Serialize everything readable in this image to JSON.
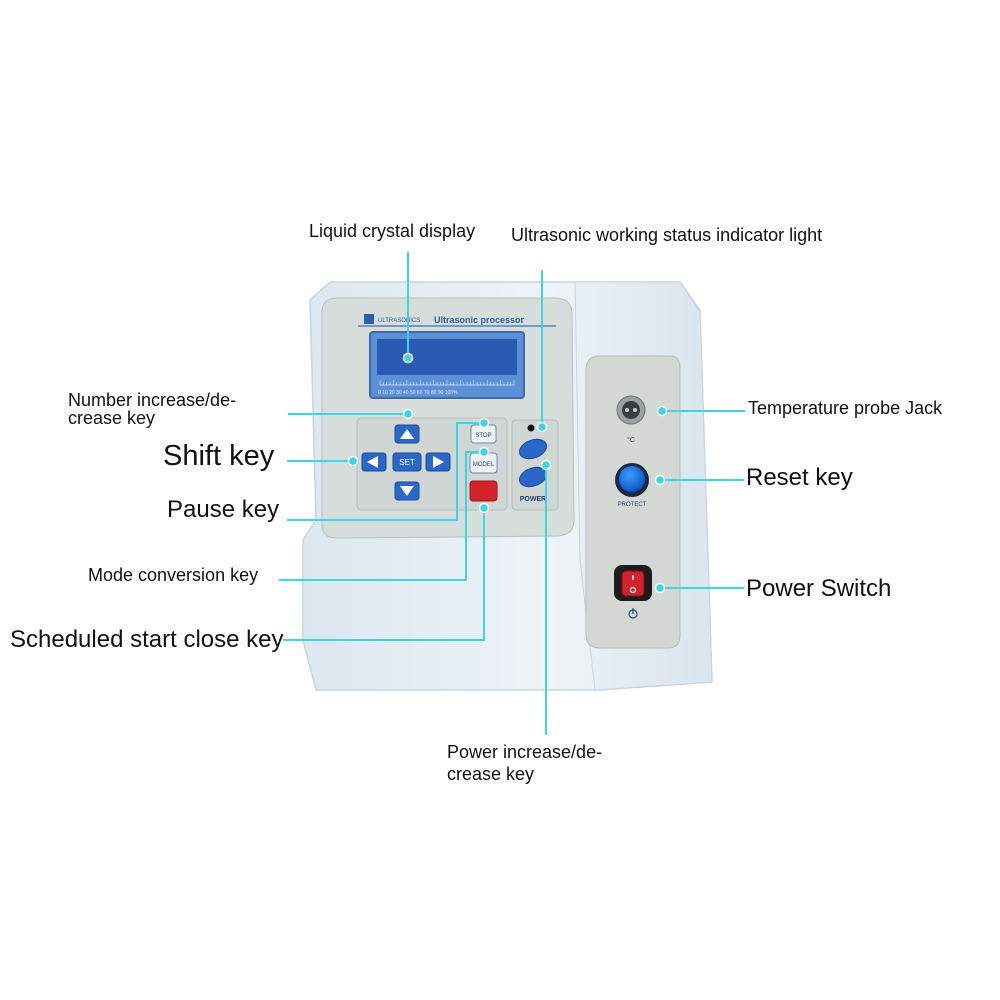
{
  "device": {
    "brand": "ULTRASONICS",
    "title": "Ultrasonic processor",
    "scale_ticks": "0  10  20  30  40  50  60  70  80  90 100%",
    "keys": {
      "set": "SET",
      "stop": "STOP",
      "model": "MODEL",
      "power": "POWER",
      "protect": "PROTECT"
    },
    "temp_unit": "°C"
  },
  "annotations": {
    "lcd": "Liquid crystal display",
    "indicator": "Ultrasonic working status indicator light",
    "number_key": "Number increase/de-crease key",
    "shift_key": "Shift key",
    "pause_key": "Pause key",
    "mode_key": "Mode conversion key",
    "schedule_key": "Scheduled start close key",
    "power_inc_key": "Power increase/de-crease key",
    "temp_jack": "Temperature probe Jack",
    "reset_key": "Reset key",
    "power_switch": "Power Switch"
  },
  "colors": {
    "leader": "#3ad6e4",
    "body": "#e6eef4",
    "panel": "#d6dcd9",
    "key": "#2a67c8",
    "red": "#d3222a"
  }
}
